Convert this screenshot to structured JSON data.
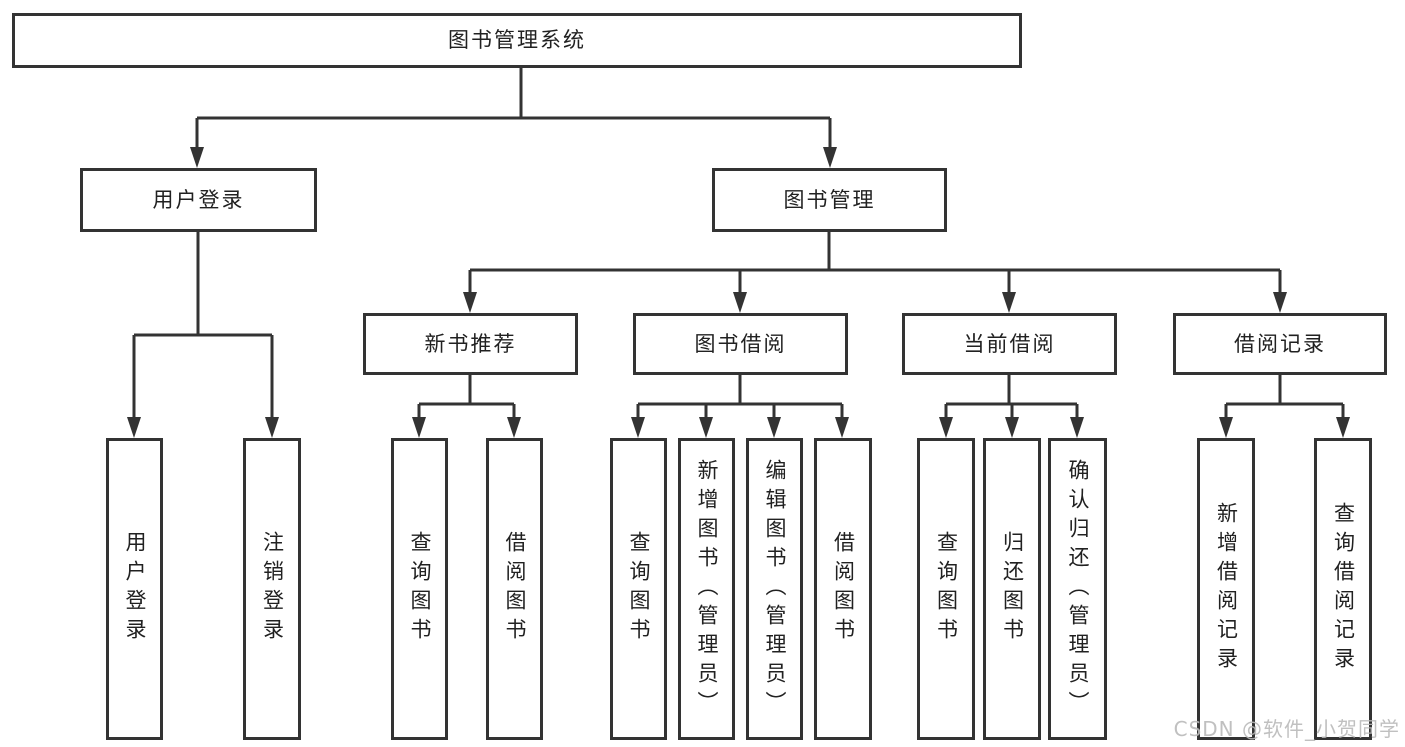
{
  "tree": {
    "root": {
      "label": "图书管理系统"
    },
    "user_login": {
      "label": "用户登录",
      "children": [
        {
          "label": "用户登录"
        },
        {
          "label": "注销登录"
        }
      ]
    },
    "book_management": {
      "label": "图书管理",
      "sections": {
        "new_books": {
          "label": "新书推荐",
          "children": [
            {
              "label": "查询图书"
            },
            {
              "label": "借阅图书"
            }
          ]
        },
        "book_borrowing": {
          "label": "图书借阅",
          "children": [
            {
              "label": "查询图书"
            },
            {
              "label": "新增图书（管理员）"
            },
            {
              "label": "编辑图书（管理员）"
            },
            {
              "label": "借阅图书"
            }
          ]
        },
        "current_borrowing": {
          "label": "当前借阅",
          "children": [
            {
              "label": "查询图书"
            },
            {
              "label": "归还图书"
            },
            {
              "label": "确认归还（管理员）"
            }
          ]
        },
        "borrowing_records": {
          "label": "借阅记录",
          "children": [
            {
              "label": "新增借阅记录"
            },
            {
              "label": "查询借阅记录"
            }
          ]
        }
      }
    }
  },
  "watermark": {
    "text": "CSDN @软件_小贺同学"
  },
  "colors": {
    "line": "#333333",
    "text": "#212121",
    "box_background": "#ffffff",
    "watermark": "#b9b9b9",
    "background": "#ffffff"
  }
}
